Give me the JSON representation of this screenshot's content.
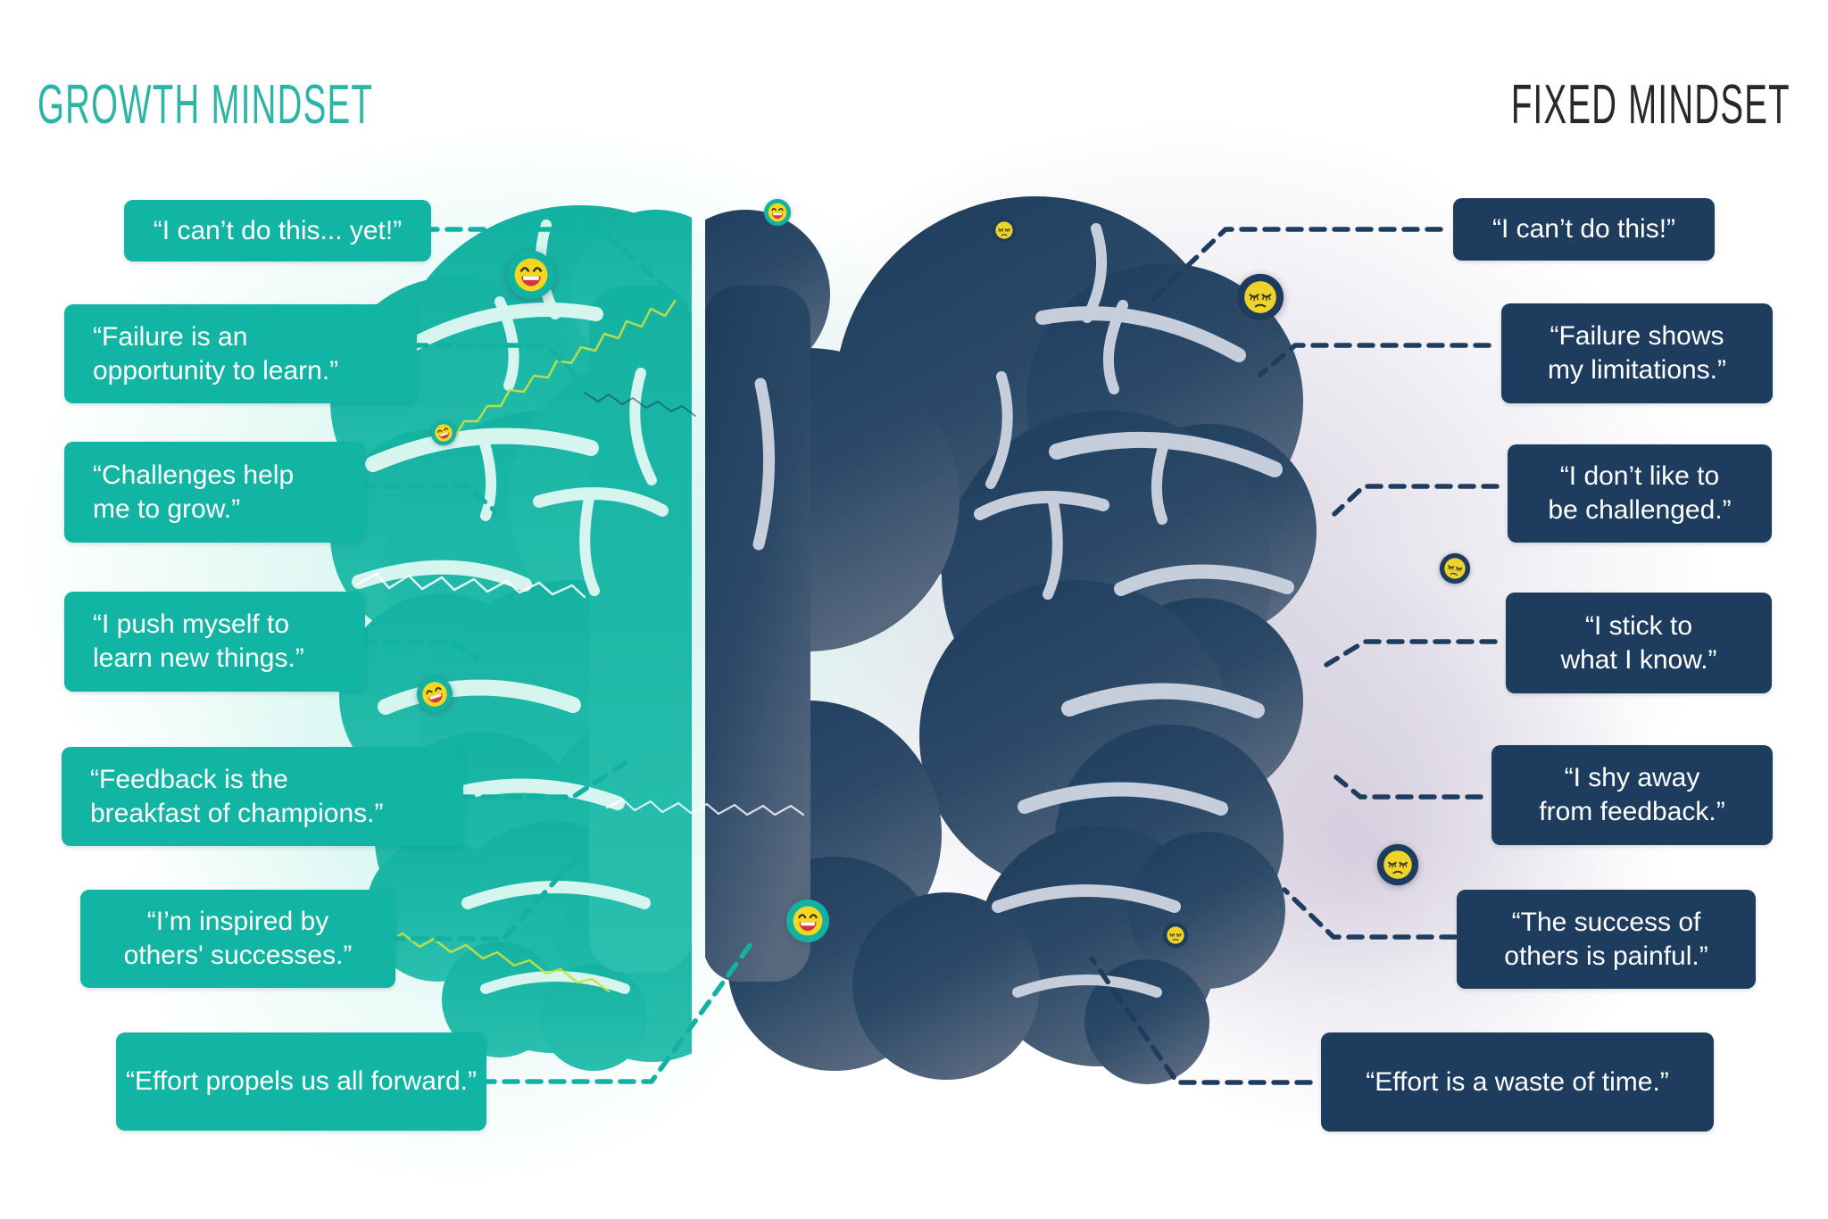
{
  "titles": {
    "growth": "GROWTH MINDSET",
    "fixed": "FIXED MINDSET"
  },
  "palette": {
    "growth_accent": "#12b4a3",
    "fixed_accent": "#1e3d5e",
    "growth_title_color": "#2cb4a4",
    "fixed_title_color": "#27272d",
    "emoji_face_color": "#f2d31f"
  },
  "growth": {
    "emoji_icon": "laughing-face",
    "items": [
      {
        "lines": [
          "“I can’t do this... yet!”"
        ]
      },
      {
        "lines": [
          "“Failure is an",
          "opportunity to learn.”"
        ]
      },
      {
        "lines": [
          "“Challenges help",
          "me to grow.”"
        ]
      },
      {
        "lines": [
          "“I push myself to",
          "learn new things.”"
        ]
      },
      {
        "lines": [
          "“Feedback is the",
          "breakfast of champions.”"
        ]
      },
      {
        "lines": [
          "“I’m inspired by",
          "others' successes.”"
        ]
      },
      {
        "lines": [
          "“Effort propels us all forward.”"
        ]
      }
    ]
  },
  "fixed": {
    "emoji_icon": "sleepy-face",
    "items": [
      {
        "lines": [
          "“I can’t do this!”"
        ]
      },
      {
        "lines": [
          "“Failure shows",
          "my limitations.”"
        ]
      },
      {
        "lines": [
          "“I don’t like to",
          "be challenged.”"
        ]
      },
      {
        "lines": [
          "“I stick to",
          "what I know.”"
        ]
      },
      {
        "lines": [
          "“I shy away",
          "from feedback.”"
        ]
      },
      {
        "lines": [
          "“The success of",
          "others is painful.”"
        ]
      },
      {
        "lines": [
          "“Effort is a waste of time.”"
        ]
      }
    ]
  }
}
